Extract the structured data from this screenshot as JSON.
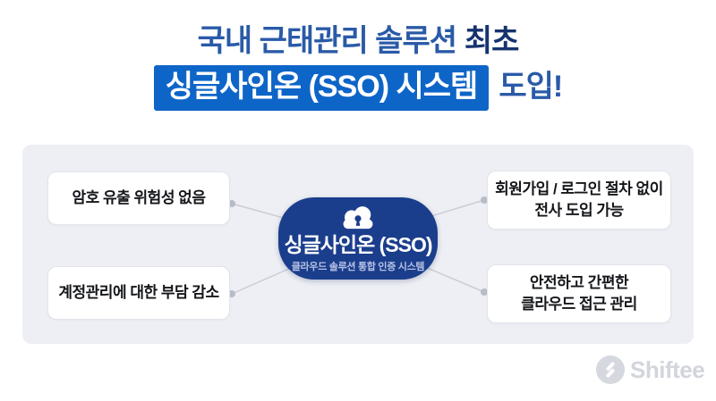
{
  "title": {
    "line1_prefix": "국내 근태관리 솔루션",
    "line1_emphasis": "최초",
    "line2_highlight": "싱글사인온 (SSO) 시스템",
    "line2_suffix": "도입!"
  },
  "diagram": {
    "center": {
      "icon": "cloud-lock-icon",
      "title": "싱글사인온 (SSO)",
      "subtitle": "클라우드 솔루션 통합 인증 시스템"
    },
    "boxes": {
      "top_left": {
        "label": "암호 유출 위험성 없음"
      },
      "top_right": {
        "line1": "회원가입 / 로그인 절차 없이",
        "line2": "전사 도입 가능"
      },
      "bottom_left": {
        "label": "계정관리에 대한 부담 감소"
      },
      "bottom_right": {
        "line1": "안전하고 간편한",
        "line2": "클라우드 접근 관리"
      }
    }
  },
  "footer": {
    "brand": "Shiftee"
  },
  "colors": {
    "highlight_blue": "#0e65c8",
    "title_blue": "#2a5aa8",
    "emphasis_navy": "#16336f",
    "center_navy": "#1b3e8c",
    "panel_gray": "#edeff4",
    "box_border": "#e1e4ea",
    "connector_gray": "#c9cdd5",
    "logo_gray": "#d5d8de"
  }
}
